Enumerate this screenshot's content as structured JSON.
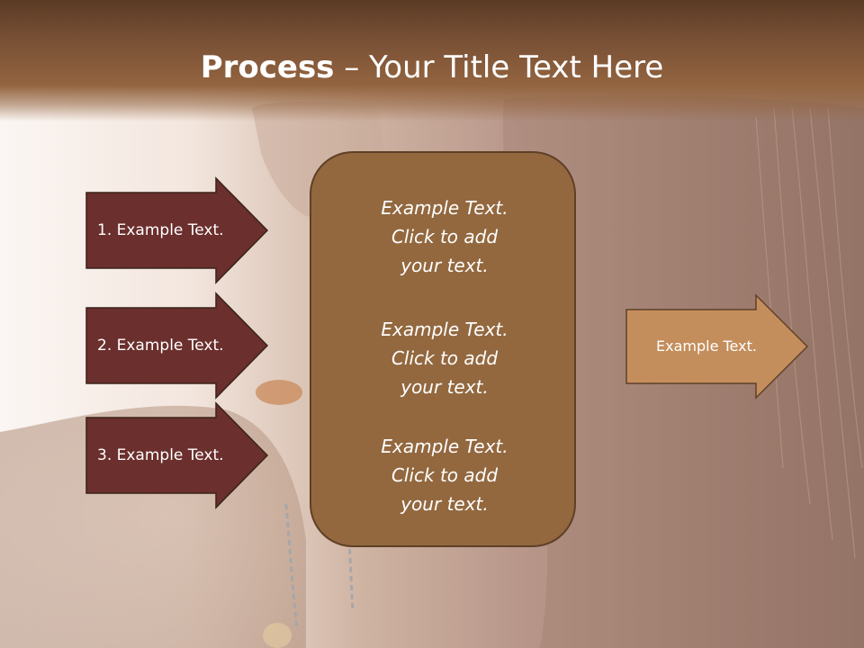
{
  "slide": {
    "title_bold": "Process",
    "title_rest": " – Your Title Text Here"
  },
  "left_arrows": [
    {
      "label": "1. Example Text."
    },
    {
      "label": "2. Example Text."
    },
    {
      "label": "3. Example Text."
    }
  ],
  "center_box": {
    "blocks": [
      {
        "lines": [
          "Example Text.",
          "Click  to add",
          "your text."
        ]
      },
      {
        "lines": [
          "Example Text.",
          "Click  to add",
          "your text."
        ]
      },
      {
        "lines": [
          "Example Text.",
          "Click  to add",
          "your text."
        ]
      }
    ]
  },
  "right_arrow": {
    "label": "Example Text."
  },
  "colors": {
    "header": "#7a5136",
    "dark_arrow": "#6b2f2d",
    "center_box": "#93683f",
    "right_arrow": "#c48e5c",
    "outline": "#3a241a"
  }
}
